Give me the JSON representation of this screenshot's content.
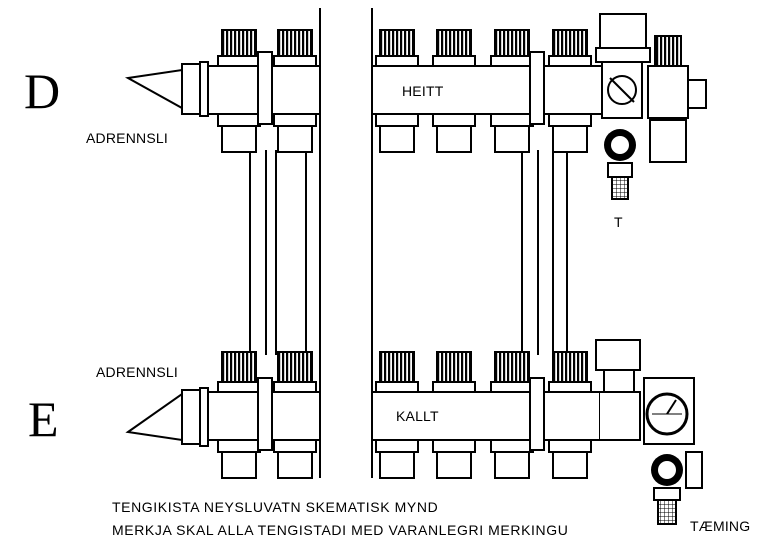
{
  "labels": {
    "top_letter": "D",
    "bottom_letter": "E",
    "drain_top": "ADRENNSLI",
    "drain_bottom": "ADRENNSLI",
    "supply": "HEITT",
    "return": "KALLT",
    "t_connector": "T",
    "drain_valve": "TÆMING"
  },
  "caption": {
    "line1": "TENGIKISTA NEYSLUVATN SKEMATISK MYND",
    "line2": "MERKJA SKAL ALLA TENGISTADI MED VARANLEGRI MERKINGU"
  }
}
